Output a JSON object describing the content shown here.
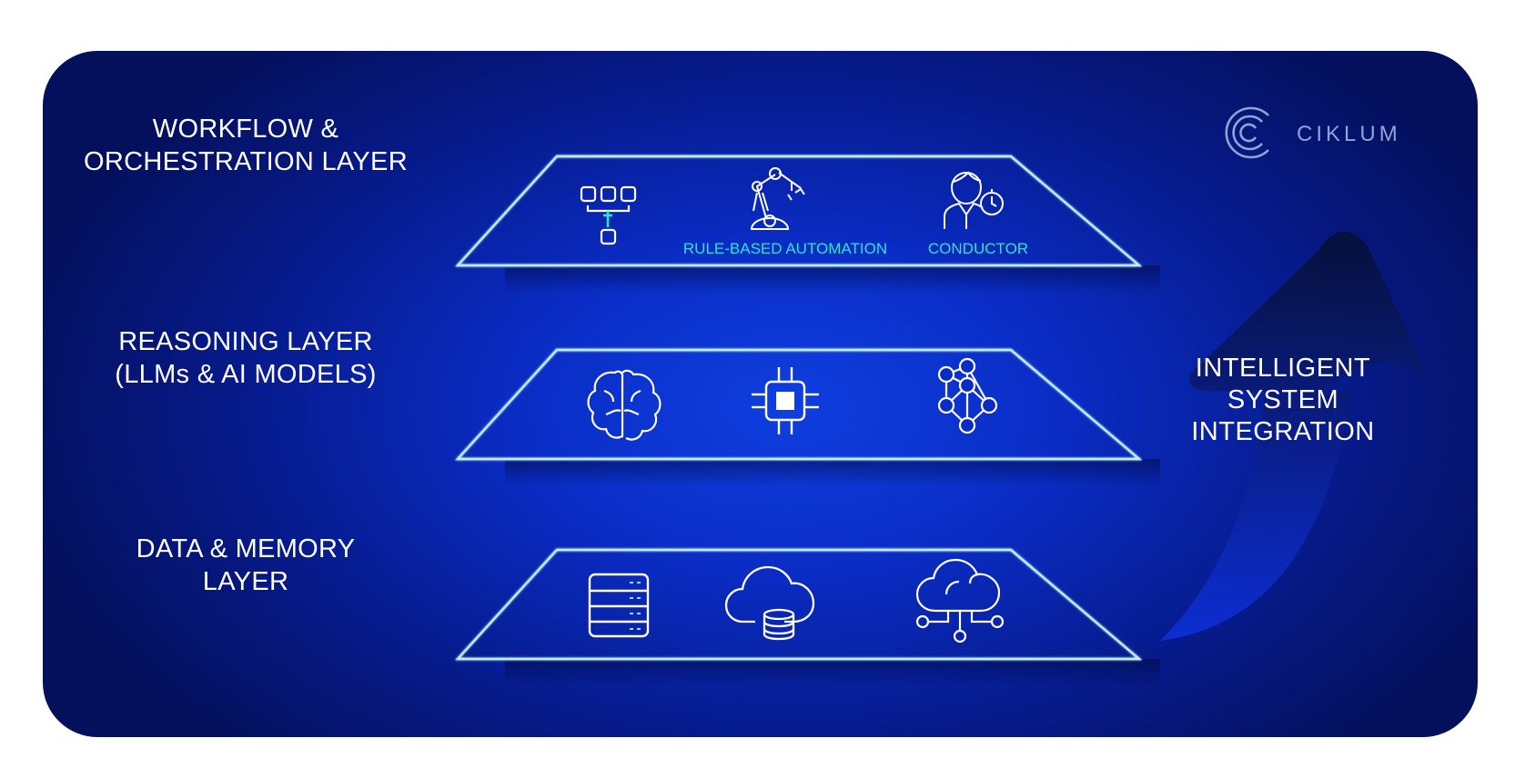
{
  "layers": [
    {
      "label_line1": "WORKFLOW &",
      "label_line2": "ORCHESTRATION LAYER",
      "icons": [
        "workflow-tree-icon",
        "robot-arm-icon",
        "conductor-person-icon"
      ],
      "captions": [
        "",
        "RULE-BASED AUTOMATION",
        "CONDUCTOR"
      ]
    },
    {
      "label_line1": "REASONING LAYER",
      "label_line2": "(LLMs & AI MODELS)",
      "icons": [
        "brain-icon",
        "processor-chip-icon",
        "neural-network-icon"
      ]
    },
    {
      "label_line1": "DATA & MEMORY",
      "label_line2": "LAYER",
      "icons": [
        "database-icon",
        "cloud-database-icon",
        "cloud-network-icon"
      ]
    }
  ],
  "arrow_label": {
    "line1": "INTELLIGENT",
    "line2": "SYSTEM",
    "line3": "INTEGRATION"
  },
  "logo": {
    "text": "CIKLUM"
  },
  "colors": {
    "background": "#0a2cc4",
    "outline": "#bfeefb",
    "accent": "#2fe1d4",
    "text": "#ffffff"
  }
}
